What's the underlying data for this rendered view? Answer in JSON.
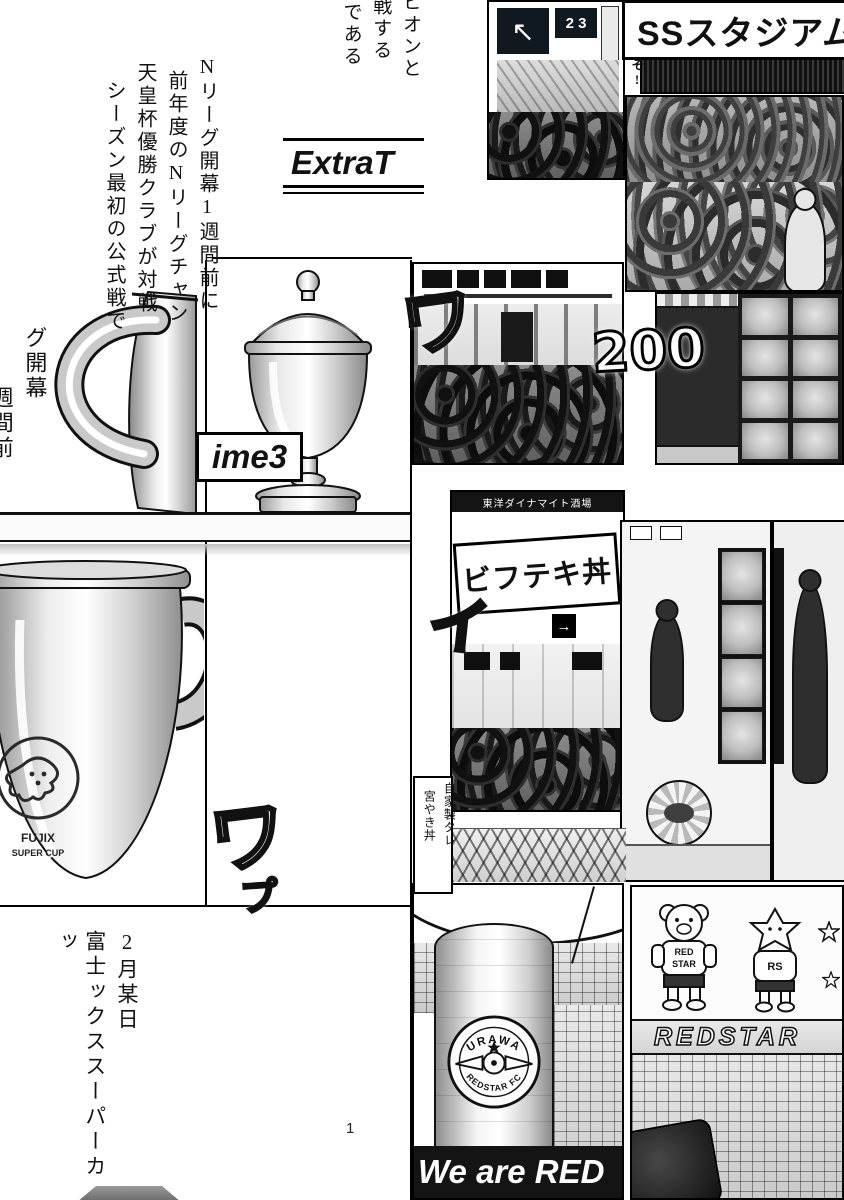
{
  "page": {
    "number": "1"
  },
  "narration": {
    "top_cols": [
      "ピオンと",
      "戦する",
      "である"
    ],
    "left_cols": [
      "Nリーグ開幕1週間前に",
      "前年度のNリーグチャン",
      "天皇杯優勝クラブが対戦",
      "シーズン最初の公式戦で"
    ],
    "edge_cols": [
      "グ開幕",
      "週間前"
    ],
    "bottom_cols": [
      "2月某日",
      "富士ックススーパーカッ"
    ]
  },
  "title": {
    "part1": "ExtraT",
    "part2": "ime3"
  },
  "signs": {
    "stadium": "SSスタジアム",
    "stadium_small": "そ!",
    "escalator_arrow": "↖",
    "floor_numbers": "2 3",
    "gate_number": "200",
    "stall_banner": "東洋ダイナマイト酒場",
    "steak_sign": "ビフテキ丼",
    "arrow_right": "→",
    "banner_col1": "自家製タレ",
    "banner_col2": "宮やき丼",
    "redstar_wall": "REDSTAR",
    "we_are_red": "We are RED"
  },
  "trophy": {
    "emblem_top": "FUJIX",
    "emblem_bottom": "SUPER CUP"
  },
  "logo": {
    "arc_top": "URAWA",
    "arc_bottom": "REDSTAR FC"
  },
  "mascots": {
    "jersey_line1": "RED",
    "jersey_line2": "STAR",
    "jersey2": "RS"
  },
  "sfx": {
    "wa1": "ワ",
    "i1": "イ",
    "wa2": "ワ",
    "pu": "プ"
  }
}
